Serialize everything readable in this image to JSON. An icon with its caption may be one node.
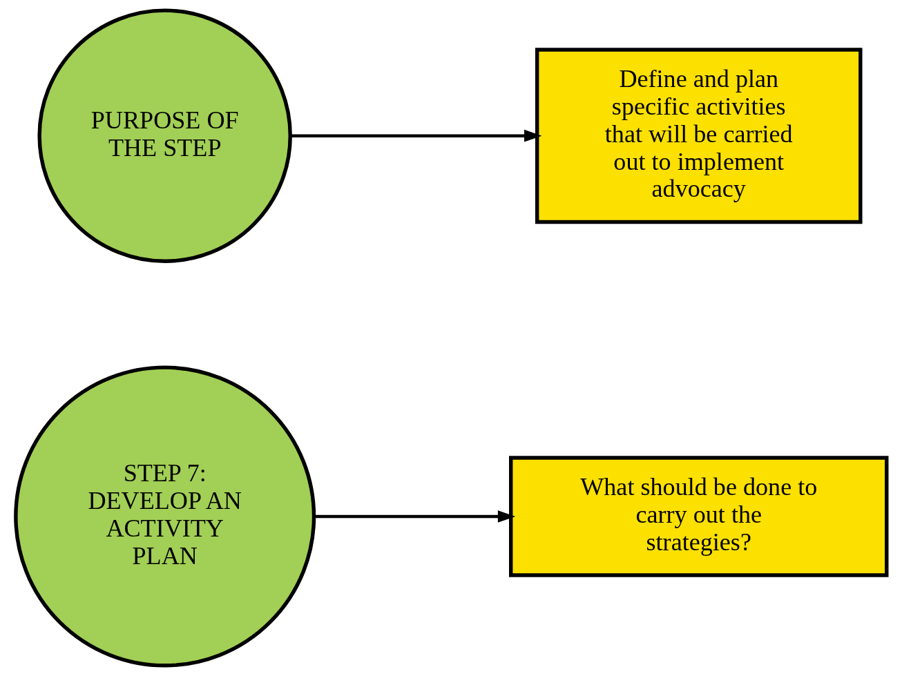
{
  "diagram": {
    "nodes": [
      {
        "text": [
          "STEP 7: DEVELOP AN ACTIVITY PLAN"
        ]
      },
      {
        "text": [
          "What should be done to carry out the strategies?"
        ]
      },
      {
        "text": [
          "PURPOSE OF THE STEP"
        ]
      },
      {
        "text": [
          "Define and plan specific activities that will be carried out to implement advocacy"
        ]
      }
    ],
    "edges": [
      {
        "from": 0,
        "to": 1,
        "arrow": "to"
      },
      {
        "from": 2,
        "to": 3,
        "arrow": "to"
      }
    ]
  }
}
